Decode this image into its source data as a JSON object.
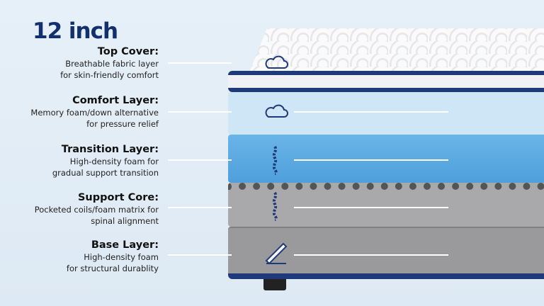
{
  "title": "12 inch",
  "layers": [
    {
      "name": "Top Cover:",
      "line1": "Breathable fabric layer",
      "line2": "for skin-friendly comfort",
      "icon": "cloud-icon"
    },
    {
      "name": "Comfort Layer:",
      "line1": "Memory foam/down alternative",
      "line2": "for pressure relief",
      "icon": "cloud-icon"
    },
    {
      "name": "Transition Layer:",
      "line1": "High-density foam for",
      "line2": "gradual support transition",
      "icon": "spine-icon"
    },
    {
      "name": "Support Core:",
      "line1": "Pocketed coils/foam matrix for",
      "line2": "spinal alignment",
      "icon": "spine-icon"
    },
    {
      "name": "Base Layer:",
      "line1": "High-density foam",
      "line2": "for structural durablity",
      "icon": "ruler-icon"
    }
  ],
  "colors": {
    "title": "#13306e",
    "navy": "#1f3a7a",
    "comfort": "#cfe6f7",
    "transition": "#5aaae3",
    "support": "#a9a9ab",
    "base": "#9a9a9c"
  }
}
